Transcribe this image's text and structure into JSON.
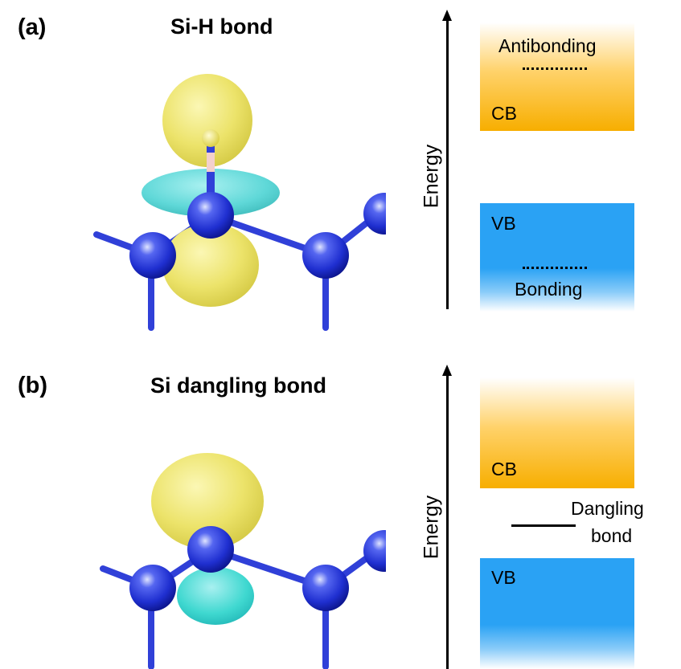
{
  "panel_a": {
    "label": "(a)",
    "title": "Si-H bond",
    "axis_label": "Energy",
    "cb_label": "CB",
    "vb_label": "VB",
    "upper_level_label": "Antibonding",
    "lower_level_label": "Bonding"
  },
  "panel_b": {
    "label": "(b)",
    "title": "Si dangling bond",
    "axis_label": "Energy",
    "cb_label": "CB",
    "vb_label": "VB",
    "gap_level_label_line1": "Dangling",
    "gap_level_label_line2": "bond"
  },
  "colors": {
    "conduction_band": "#f7ae00",
    "valence_band": "#2aa2f4",
    "si_atom": "#1f2fd0",
    "bond": "#3040d8",
    "positive_lobe": "#eee66a",
    "negative_lobe": "#5fd8d8"
  }
}
